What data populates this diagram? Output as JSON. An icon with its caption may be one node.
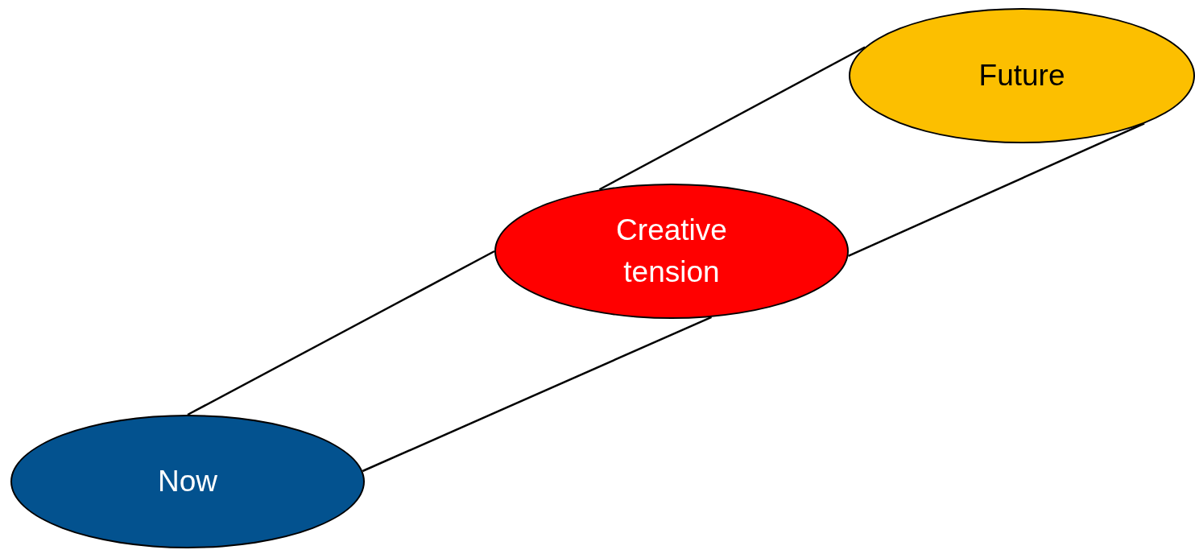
{
  "diagram": {
    "nodes": [
      {
        "text": [
          "Now"
        ]
      },
      {
        "text": [
          "Creative tension"
        ]
      },
      {
        "text": [
          "Future"
        ]
      }
    ],
    "edges": [
      {
        "from": 0,
        "to": 1,
        "arrow": "none"
      },
      {
        "from": 0,
        "to": 1,
        "arrow": "none"
      },
      {
        "from": 1,
        "to": 2,
        "arrow": "none"
      },
      {
        "from": 1,
        "to": 2,
        "arrow": "none"
      }
    ]
  }
}
